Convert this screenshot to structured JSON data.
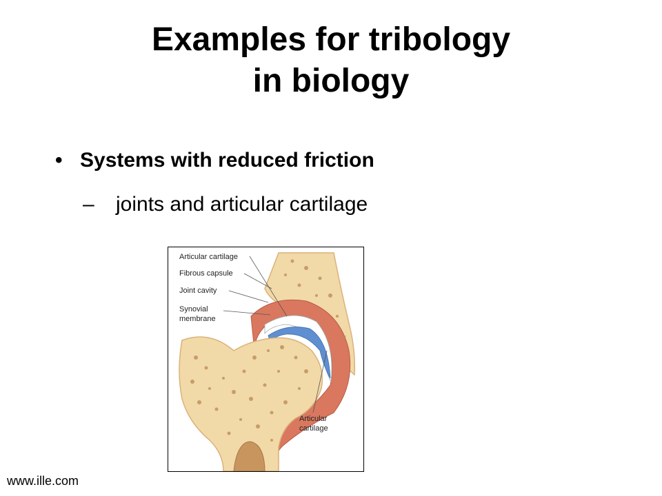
{
  "slide": {
    "title_line1": "Examples for tribology",
    "title_line2": "in biology",
    "bullet": "Systems with reduced friction",
    "bullet_marker": "•",
    "sub_item": "joints and articular  cartilage",
    "sub_marker": "–",
    "footer": "www.ille.com"
  },
  "figure": {
    "labels": {
      "articular_cartilage_top": "Articular cartilage",
      "fibrous_capsule": "Fibrous capsule",
      "joint_cavity": "Joint cavity",
      "synovial_line1": "Synovial",
      "synovial_line2": "membrane",
      "articular_bottom_line1": "Articular",
      "articular_bottom_line2": "cartilage"
    },
    "colors": {
      "bone": "#f2d9a8",
      "bone_edge": "#d9b27a",
      "marrow_spots": "#b88a55",
      "capsule": "#d9785f",
      "cartilage": "#5f8fd0",
      "cavity": "#ffffff"
    }
  }
}
